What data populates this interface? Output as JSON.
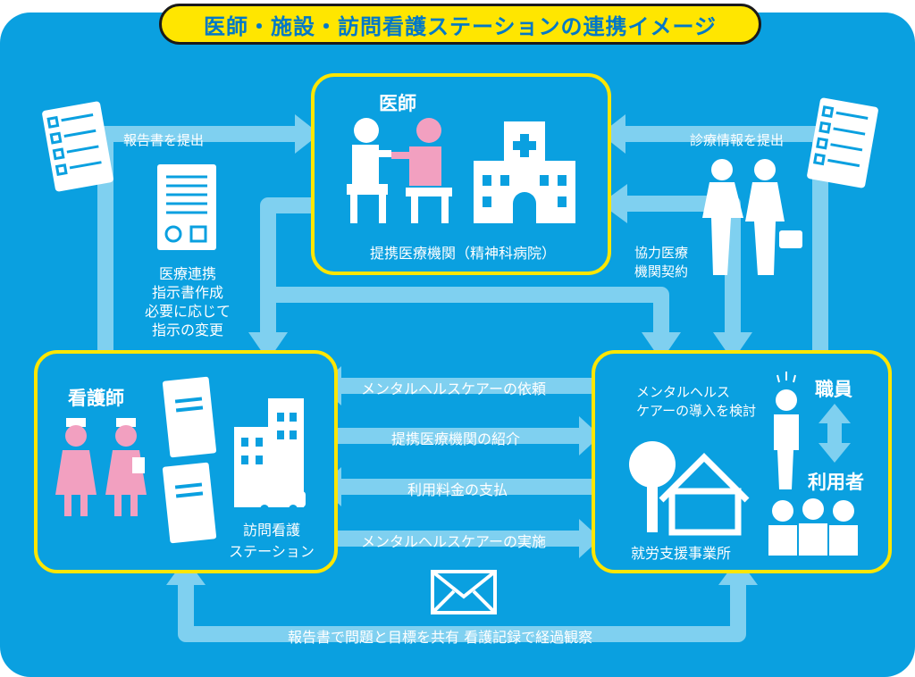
{
  "title": "医師・施設・訪問看護ステーションの連携イメージ",
  "nodes": {
    "doctor": {
      "label": "医師",
      "facility": "提携医療機関（精神科病院）"
    },
    "nurse": {
      "label": "看護師",
      "station_line1": "訪問看護",
      "station_line2": "ステーション"
    },
    "facility": {
      "label": "就労支援事業所",
      "consider_line1": "メンタルヘルス",
      "consider_line2": "ケアーの導入を検討"
    },
    "staff": {
      "label": "職員",
      "users": "利用者"
    }
  },
  "flows": {
    "report_submit": "報告書を提出",
    "diagnosis_submit": "診療情報を提出",
    "cooperation_line1": "協力医療",
    "cooperation_line2": "機関契約",
    "instruction_lines": [
      "医療連携",
      "指示書作成",
      "必要に応じて",
      "指示の変更"
    ],
    "request": "メンタルヘルスケアーの依頼",
    "introduce": "提携医療機関の紹介",
    "payment": "利用料金の支払",
    "implement": "メンタルヘルスケアーの実施",
    "bottom": "報告書で問題と目標を共有 看護記録で経過観察"
  },
  "colors": {
    "background": "#0aa0e0",
    "panel_border": "#ffe600",
    "arrow": "#7fd0f0",
    "title_text": "#0078c8",
    "icon_pink": "#f2a0c0"
  }
}
